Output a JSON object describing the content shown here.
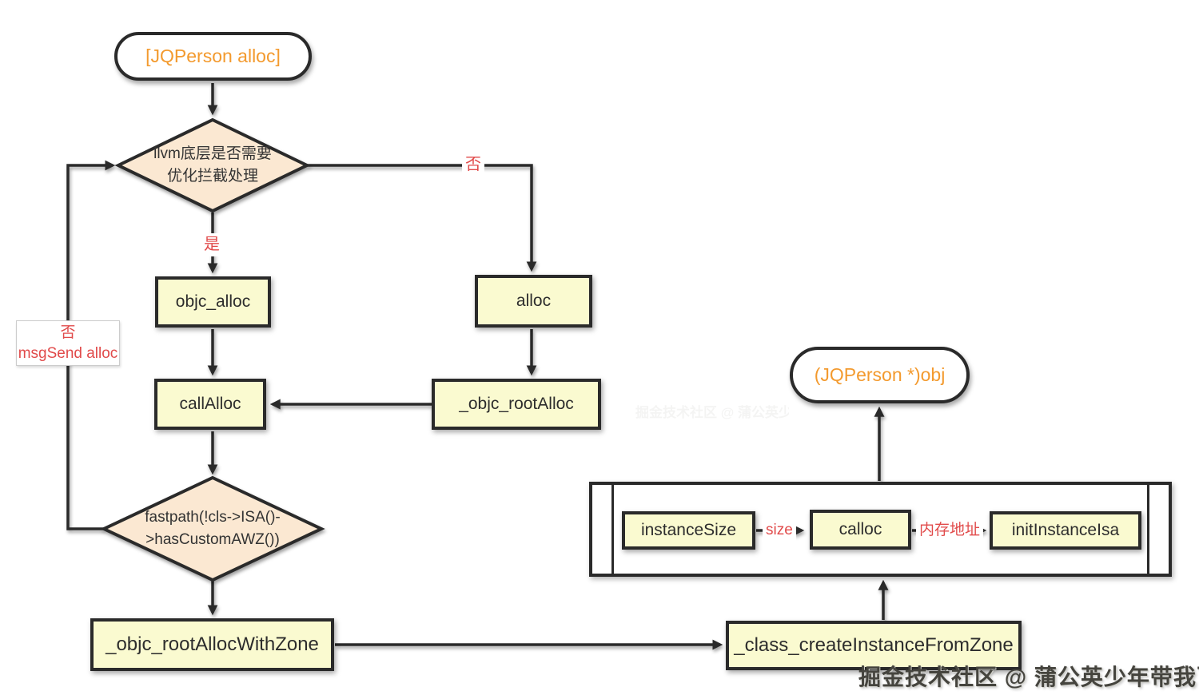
{
  "diagram": {
    "nodes": {
      "start": {
        "label": "[JQPerson alloc]"
      },
      "llvm_check": {
        "label": "llvm底层是否需要\n优化拦截处理"
      },
      "objc_alloc": {
        "label": "objc_alloc"
      },
      "alloc": {
        "label": "alloc"
      },
      "call_alloc": {
        "label": "callAlloc"
      },
      "objc_root_alloc": {
        "label": "_objc_rootAlloc"
      },
      "fastpath_check": {
        "label": "fastpath(!cls->ISA()-\n>hasCustomAWZ())"
      },
      "objc_root_alloc_with_zone": {
        "label": "_objc_rootAllocWithZone"
      },
      "class_create_instance_from_zone": {
        "label": "_class_createInstanceFromZone"
      },
      "instance_size": {
        "label": "instanceSize"
      },
      "calloc": {
        "label": "calloc"
      },
      "init_instance_isa": {
        "label": "initInstanceIsa"
      },
      "result_obj": {
        "label": "(JQPerson *)obj"
      }
    },
    "edge_labels": {
      "llvm_no": "否",
      "llvm_yes": "是",
      "fastpath_no": "否\nmsgSend alloc",
      "size": "size",
      "memory_address": "内存地址"
    },
    "watermark": {
      "text": "掘金技术社区 @ 蒲公英少年带我飞"
    },
    "colors": {
      "process_fill": "#fafad0",
      "decision_fill": "#fbe8d2",
      "line": "#2a2a2a",
      "terminal_text": "#f39a2e",
      "edge_label_red": "#e14b4b",
      "background": "#ffffff"
    }
  }
}
